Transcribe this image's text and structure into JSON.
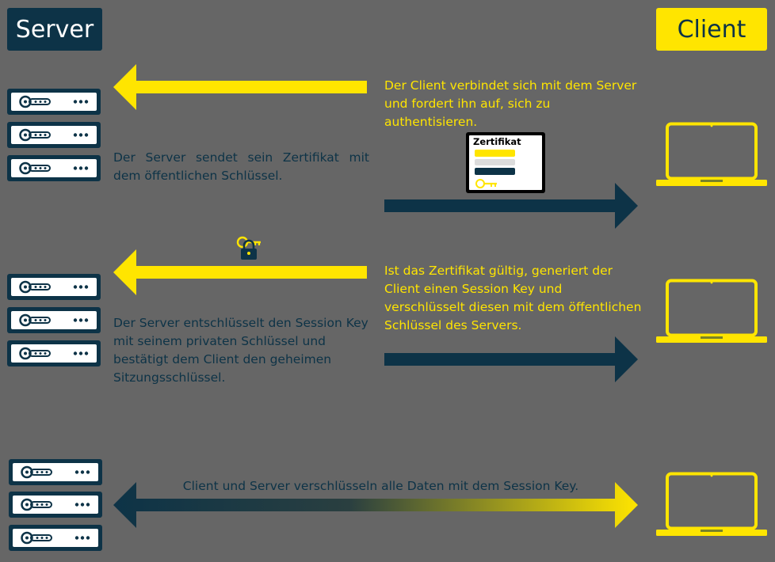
{
  "labels": {
    "server": "Server",
    "client": "Client"
  },
  "steps": [
    {
      "text": "Der Client verbindet sich mit dem Server und fordert ihn auf, sich zu authentisieren."
    },
    {
      "text": "Der Server sendet sein Zertifikat mit dem öffentlichen Schlüssel."
    },
    {
      "text": "Ist das Zertifikat gültig, generiert der Client einen Session Key und verschlüsselt diesen mit dem öffentlichen Schlüssel des Servers."
    },
    {
      "text": "Der Server entschlüsselt den Session Key mit seinem privaten Schlüssel und bestätigt dem Client den geheimen Sitzungsschlüssel."
    },
    {
      "text": "Client und Server verschlüsseln alle Daten mit dem Session Key."
    }
  ],
  "certificate": {
    "title": "Zertifikat"
  },
  "icons": [
    "server-rack-icon",
    "laptop-icon",
    "certificate-icon",
    "key-icon",
    "padlock-icon",
    "arrow-left-icon",
    "arrow-right-icon",
    "double-arrow-icon"
  ],
  "colors": {
    "background": "#666666",
    "navy": "#0d3347",
    "yellow": "#ffe500",
    "light_gray": "#dcdcdc"
  }
}
